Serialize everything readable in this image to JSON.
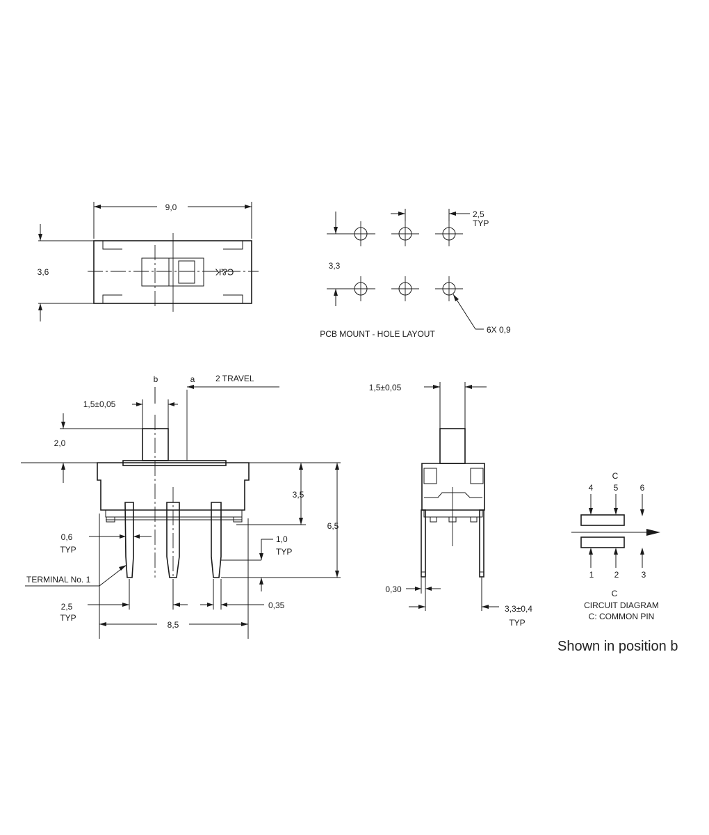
{
  "top_view": {
    "width_dim": "9,0",
    "height_dim": "3,6",
    "brand_mark": "C&K"
  },
  "hole_layout": {
    "pitch_dim": "2,5",
    "pitch_note": "TYP",
    "row_spacing_dim": "3,3",
    "hole_callout": "6X 0,9",
    "title": "PCB MOUNT - HOLE LAYOUT"
  },
  "front_view": {
    "pos_b": "b",
    "pos_a": "a",
    "travel": "2 TRAVEL",
    "actuator_width": "1,5±0,05",
    "actuator_height": "2,0",
    "body_height": "3,5",
    "total_height": "6,5",
    "pin_width": "0,6",
    "pin_width_note": "TYP",
    "pin_tip": "1,0",
    "pin_tip_note": "TYP",
    "terminal_label": "TERMINAL No. 1",
    "pin_pitch": "2,5",
    "pin_pitch_note": "TYP",
    "pin_thickness": "0,35",
    "overall_width": "8,5"
  },
  "side_view": {
    "actuator_width": "1,5±0,05",
    "pin_thickness": "0,30",
    "pin_length": "3,3±0,4",
    "pin_length_note": "TYP"
  },
  "circuit": {
    "common_label": "C",
    "pins_top": [
      "4",
      "5",
      "6"
    ],
    "pins_bottom": [
      "1",
      "2",
      "3"
    ],
    "title": "CIRCUIT DIAGRAM",
    "subtitle": "C: COMMON PIN"
  },
  "footnote": "Shown in position b"
}
